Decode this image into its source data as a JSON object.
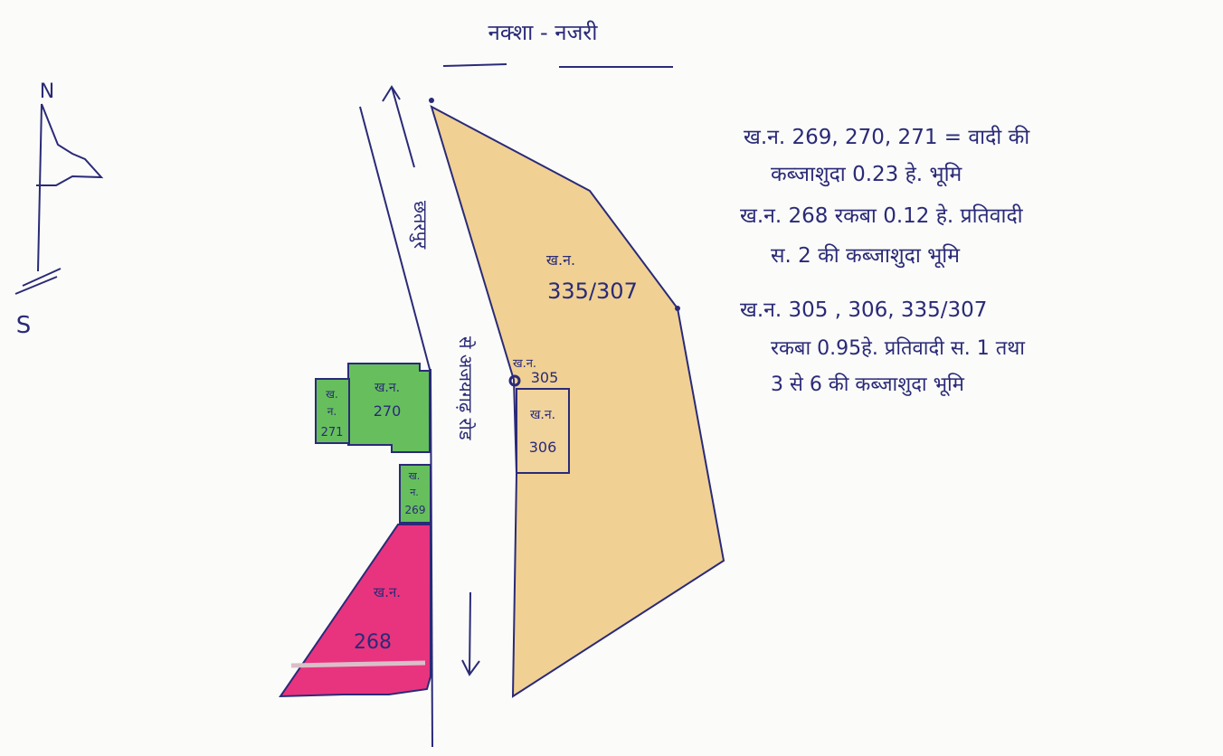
{
  "title": "नक्शा - नजरी",
  "compass": {
    "north": "N",
    "south": "S"
  },
  "road": {
    "label_upper": "छतरपुर",
    "label_lower": "से अजयगढ़ रोड"
  },
  "plots": {
    "p335": {
      "line1": "ख.न.",
      "line2": "335/307"
    },
    "p305": {
      "line1": "ख.न.",
      "line2": "305"
    },
    "p306": {
      "line1": "ख.न.",
      "line2": "306"
    },
    "p270": {
      "line1": "ख.न.",
      "line2": "270"
    },
    "p271": {
      "line1": "ख.",
      "line2": "न.",
      "line3": "271"
    },
    "p269": {
      "line1": "ख.",
      "line2": "न.",
      "line3": "269"
    },
    "p268": {
      "line1": "ख.न.",
      "line2": "268"
    }
  },
  "notes": [
    {
      "line1": "ख.न. 269, 270, 271 = वादी की",
      "line2": "कब्जाशुदा 0.23 हे. भूमि"
    },
    {
      "line1": "ख.न. 268 रकबा 0.12 हे. प्रतिवादी",
      "line2": "स. 2 की कब्जाशुदा भूमि"
    },
    {
      "line1": "ख.न. 305 , 306, 335/307",
      "line2": "रकबा 0.95हे. प्रतिवादी स. 1 तथा",
      "line3": "3 से 6 की कब्जाशुदा भूमि"
    }
  ],
  "colors": {
    "ink": "#2a2a78",
    "yellow": "#f0d193",
    "green": "#66bf5c",
    "pink": "#e8347e"
  }
}
